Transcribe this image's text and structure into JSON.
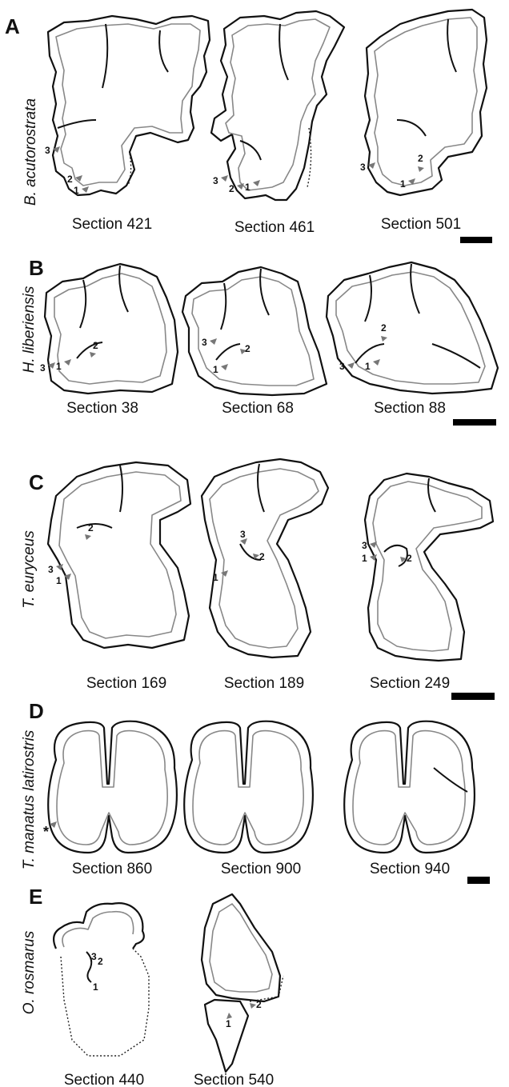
{
  "panels": [
    {
      "letter": "A",
      "species": "B. acutorostrata",
      "sections": [
        "Section 421",
        "Section 461",
        "Section 501"
      ]
    },
    {
      "letter": "B",
      "species": "H. liberiensis",
      "sections": [
        "Section 38",
        "Section 68",
        "Section 88"
      ]
    },
    {
      "letter": "C",
      "species": "T. euryceus",
      "sections": [
        "Section 169",
        "Section 189",
        "Section 249"
      ]
    },
    {
      "letter": "D",
      "species": "T. manatus latirostris",
      "sections": [
        "Section 860",
        "Section 900",
        "Section 940"
      ]
    },
    {
      "letter": "E",
      "species": "O. rosmarus",
      "sections": [
        "Section 440",
        "Section 540"
      ]
    }
  ],
  "markers": {
    "one": "1",
    "two": "2",
    "three": "3",
    "star": "*"
  }
}
